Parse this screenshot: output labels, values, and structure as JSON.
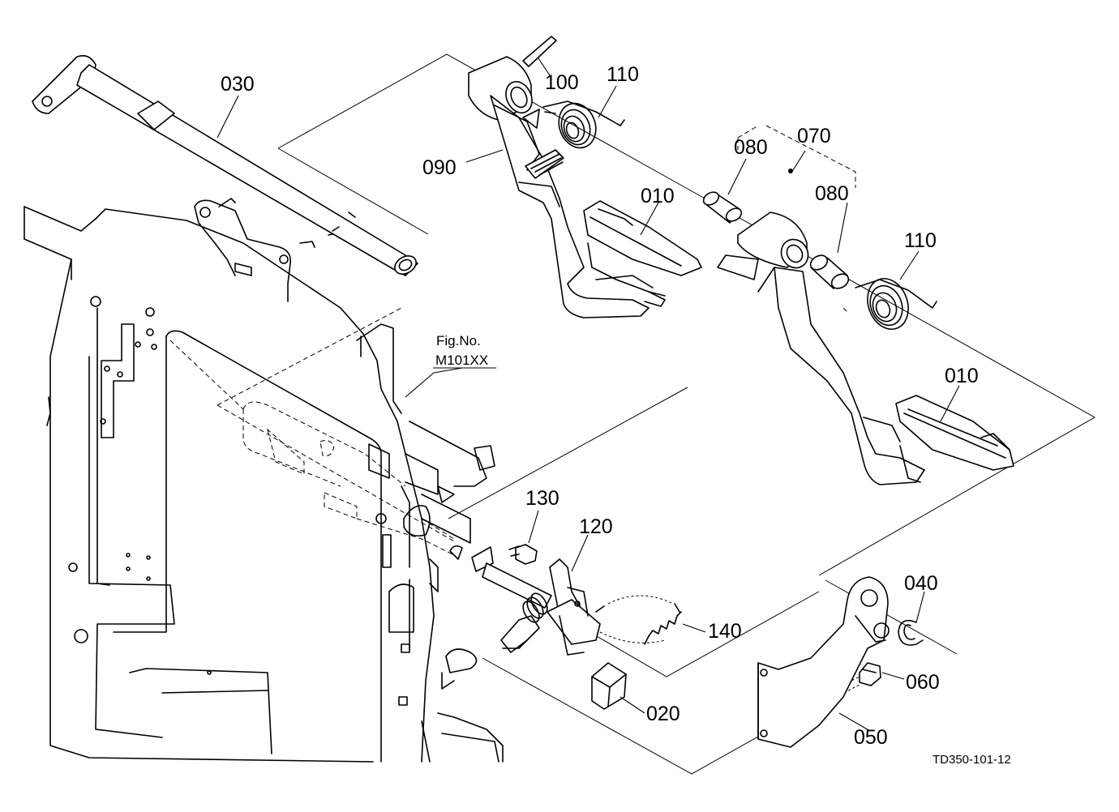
{
  "labels": {
    "p030": "030",
    "p100": "100",
    "p110a": "110",
    "p090": "090",
    "p070": "070",
    "p080a": "080",
    "p010a": "010",
    "p080b": "080",
    "p110b": "110",
    "p010b": "010",
    "p130": "130",
    "p120": "120",
    "p140": "140",
    "p020": "020",
    "p040": "040",
    "p060": "060",
    "p050": "050"
  },
  "reference": {
    "fig_title": "Fig.No.",
    "fig_number": "M101XX"
  },
  "drawing_code": "TD350-101-12"
}
